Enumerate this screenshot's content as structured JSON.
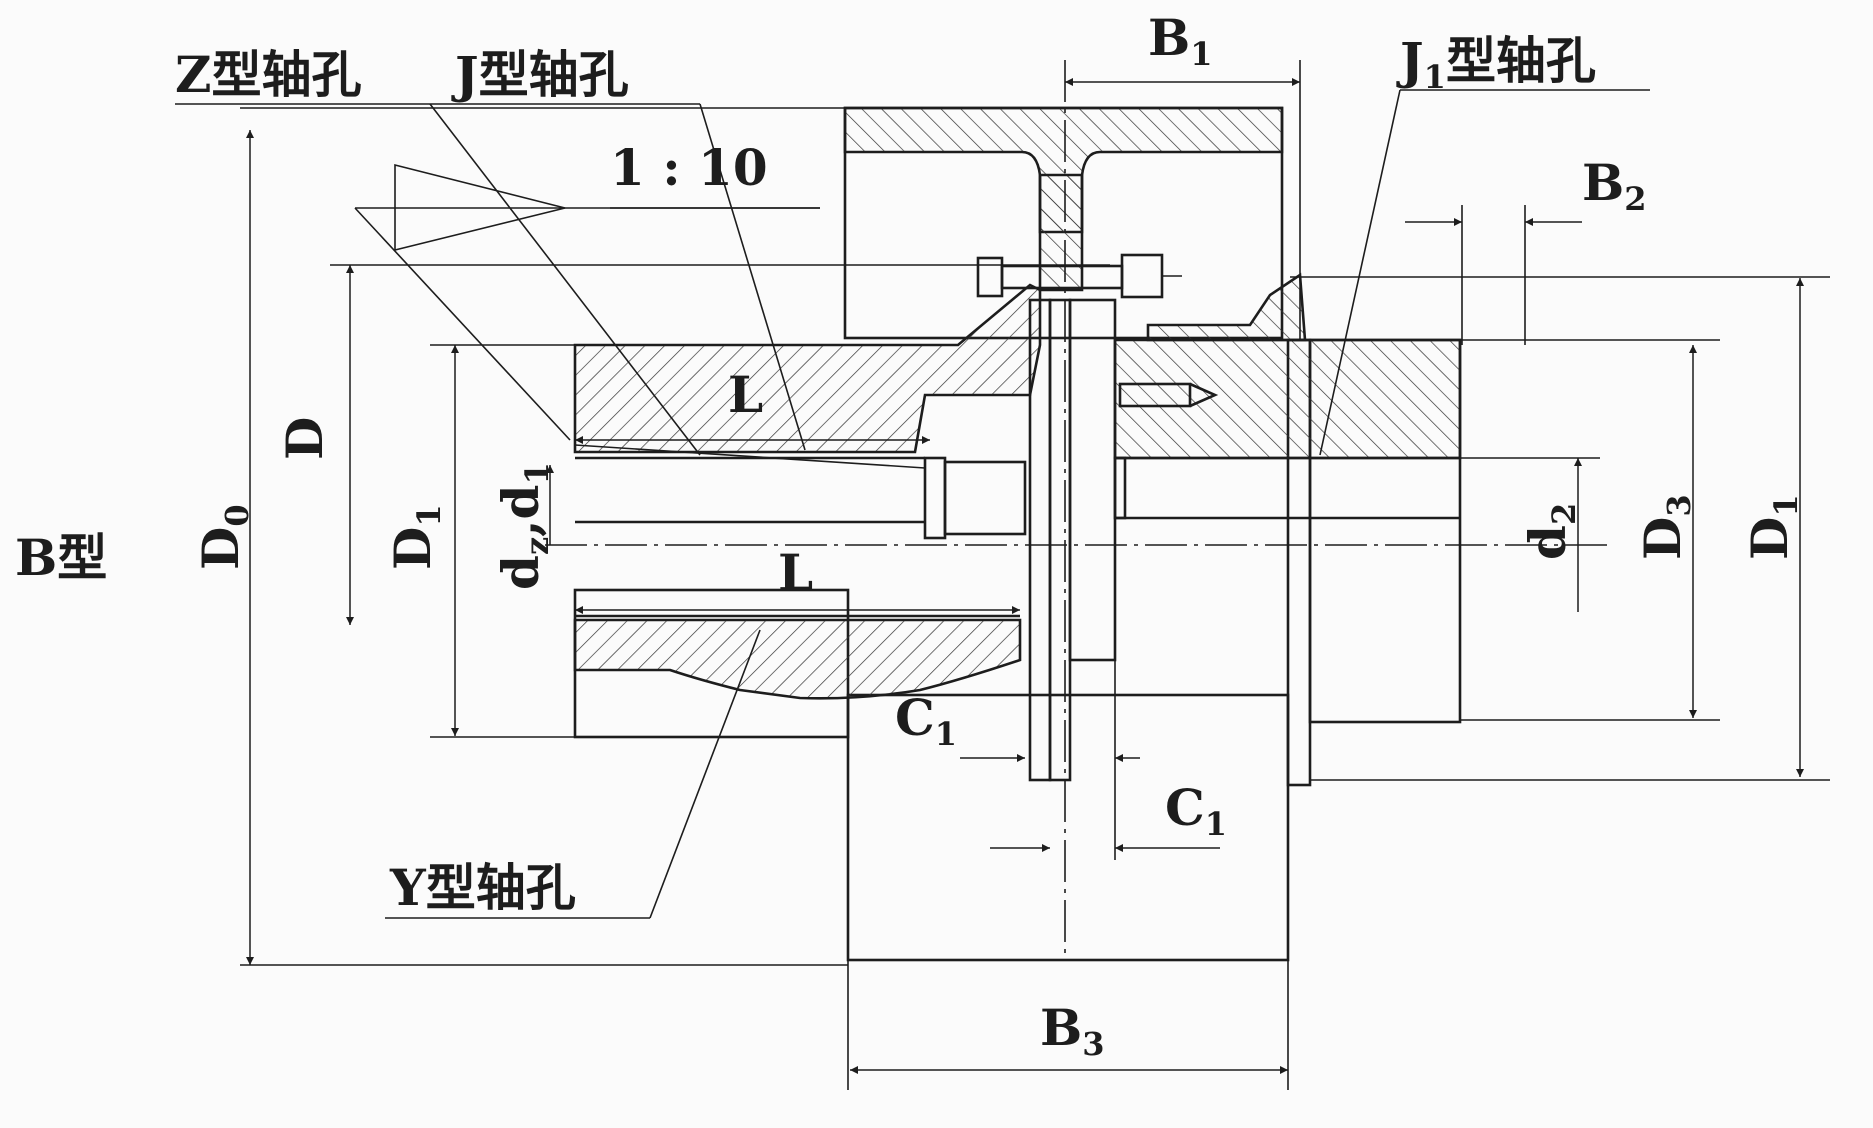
{
  "labels": {
    "type_b": "B型",
    "z_bore": "Z型轴孔",
    "j_bore": "J型轴孔",
    "j1_bore_sym": "J",
    "j1_bore_sub": "1",
    "j1_bore_text": "型轴孔",
    "y_bore": "Y型轴孔",
    "taper": "1 : 10"
  },
  "dimensions": {
    "d0": "D",
    "d0_sub": "0",
    "d": "D",
    "d1_left": "D",
    "d1_left_sub": "1",
    "dz_d1": "d",
    "dz_sub": "z",
    "dz_sep": ",",
    "dz_d1_b": "d",
    "dz_d1_b_sub": "1",
    "d2": "d",
    "d2_sub": "2",
    "d3": "D",
    "d3_sub": "3",
    "d1_right": "D",
    "d1_right_sub": "1",
    "l_top": "L",
    "l_bottom": "L",
    "b1": "B",
    "b1_sub": "1",
    "b2": "B",
    "b2_sub": "2",
    "b3": "B",
    "b3_sub": "3",
    "c1_upper": "C",
    "c1_upper_sub": "1",
    "c1_lower": "C",
    "c1_lower_sub": "1"
  }
}
